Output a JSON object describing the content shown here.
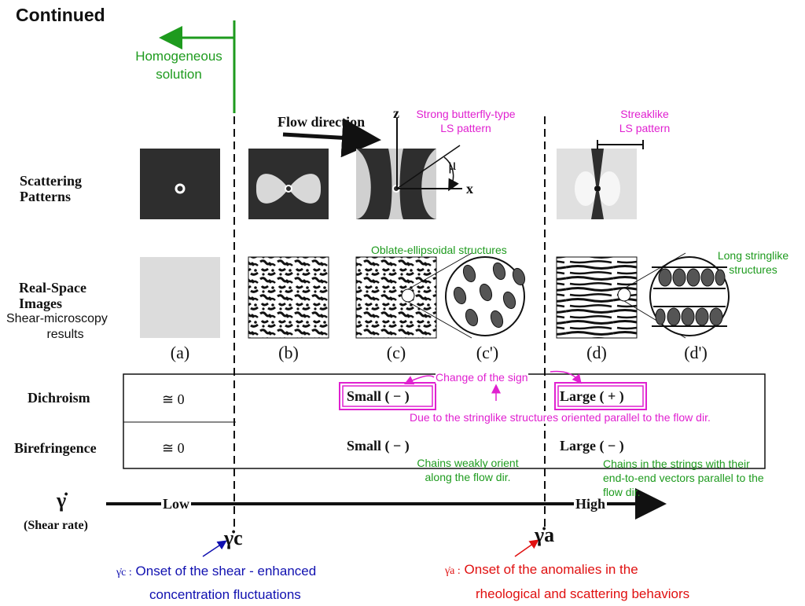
{
  "title": "Continued",
  "homogeneous": {
    "line1": "Homogeneous",
    "line2": "solution"
  },
  "flow_direction": "Flow direction",
  "axes": {
    "z": "z",
    "x": "x",
    "mu": "μ"
  },
  "rows": {
    "scattering": {
      "line1": "Scattering",
      "line2": "Patterns"
    },
    "realspace": {
      "line1": "Real-Space",
      "line2": "Images",
      "line3": "Shear-microscopy",
      "line4": "results"
    },
    "dichroism": "Dichroism",
    "birefringence": "Birefringence"
  },
  "annotations": {
    "butterfly": {
      "line1": "Strong butterfly-type",
      "line2": "LS pattern"
    },
    "streaklike": {
      "line1": "Streaklike",
      "line2": "LS pattern"
    },
    "oblate": "Oblate-ellipsoidal structures",
    "stringlike": {
      "line1": "Long stringlike",
      "line2": "structures"
    },
    "change_sign": "Change of the sign",
    "due_to": "Due to the stringlike structures oriented parallel to the flow dir.",
    "weakly": {
      "line1": "Chains weakly orient",
      "line2": "along the flow dir."
    },
    "strings": {
      "line1": "Chains in the strings with their",
      "line2": "end-to-end vectors parallel to the",
      "line3": "flow dir."
    }
  },
  "panel_labels": {
    "a": "(a)",
    "b": "(b)",
    "c": "(c)",
    "cp": "(c')",
    "d": "(d)",
    "dp": "(d')"
  },
  "table": {
    "dichroism": {
      "low": "≅ 0",
      "mid": "Small ( − )",
      "high": "Large ( + )"
    },
    "birefringence": {
      "low": "≅ 0",
      "mid": "Small ( − )",
      "high": "Large ( − )"
    }
  },
  "shear": {
    "symbol": "γ̇",
    "label": "(Shear rate)",
    "low": "Low",
    "high": "High",
    "gc": "γ̇c",
    "ga": "γ̇a"
  },
  "onset_c": {
    "symbol": "γ̇c :",
    "line1": "Onset of the shear - enhanced",
    "line2": "concentration fluctuations"
  },
  "onset_a": {
    "symbol": "γ̇a :",
    "line1": "Onset of the anomalies in the",
    "line2": "rheological and scattering behaviors"
  },
  "colors": {
    "green": "#1e9b1e",
    "magenta": "#e020d0",
    "blue": "#1010b0",
    "red": "#e01010"
  }
}
